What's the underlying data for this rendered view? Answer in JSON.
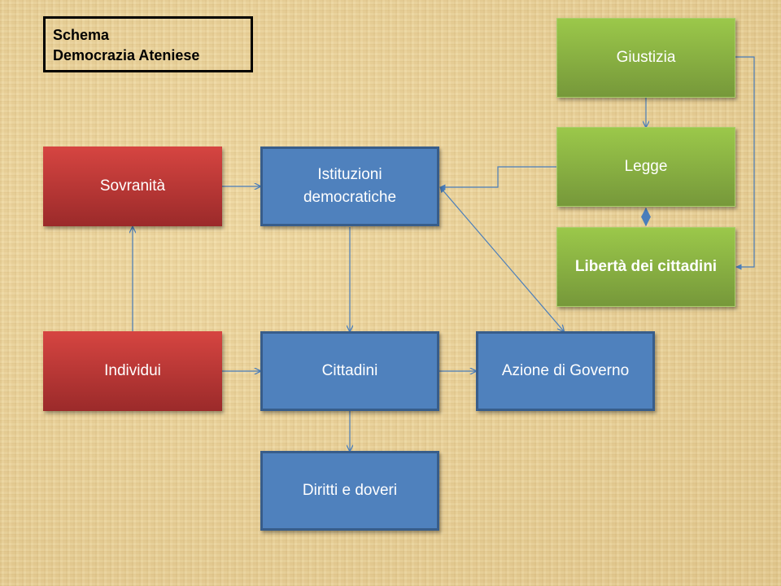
{
  "title": {
    "line1": "Schema",
    "line2": "Democrazia Ateniese"
  },
  "nodes": {
    "sovranita": "Sovranità",
    "individui": "Individui",
    "istituzioni": "Istituzioni democratiche",
    "cittadini": "Cittadini",
    "diritti": "Diritti e doveri",
    "azione": "Azione di Governo",
    "giustizia": "Giustizia",
    "legge": "Legge",
    "liberta": "Libertà dei cittadini"
  },
  "colors": {
    "red": "#c0392b",
    "blue": "#4f81bd",
    "green": "#8db43f",
    "connector": "#4a7ebb"
  }
}
